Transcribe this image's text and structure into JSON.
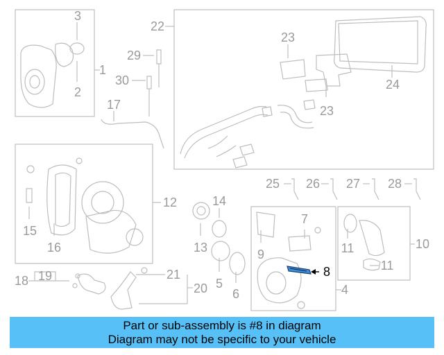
{
  "diagram": {
    "callouts": [
      "1",
      "2",
      "3",
      "4",
      "5",
      "6",
      "7",
      "8",
      "9",
      "10",
      "11",
      "11",
      "12",
      "13",
      "14",
      "15",
      "16",
      "17",
      "18",
      "19",
      "20",
      "21",
      "22",
      "23",
      "23",
      "24",
      "25",
      "26",
      "27",
      "28",
      "29",
      "30"
    ],
    "highlight_part": "8",
    "highlight_color": "#3a8fd6"
  },
  "banner": {
    "line1": "Part or sub-assembly is #8 in diagram",
    "line2": "Diagram may not be specific to your vehicle",
    "background": "#57c1f7"
  }
}
